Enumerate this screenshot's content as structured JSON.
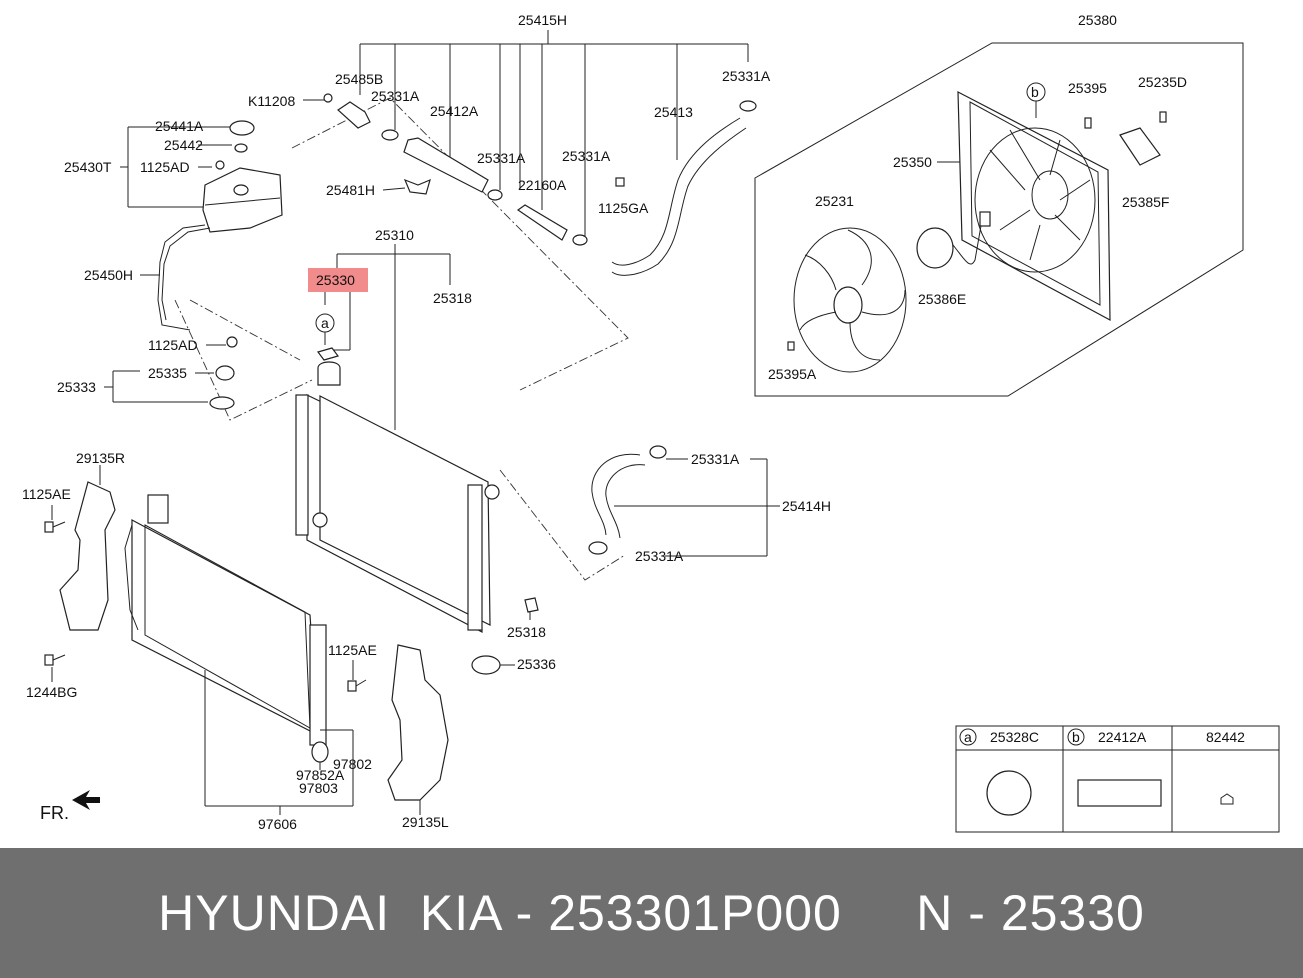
{
  "labels": {
    "l25415H": "25415H",
    "l25380": "25380",
    "l25485B": "25485B",
    "l25331A_1": "25331A",
    "lK11208": "K11208",
    "l25331A_2": "25331A",
    "l25412A": "25412A",
    "l25413": "25413",
    "l25395": "25395",
    "l25235D": "25235D",
    "l25441A": "25441A",
    "l25442": "25442",
    "l25430T": "25430T",
    "l1125AD_1": "1125AD",
    "l25331A_3": "25331A",
    "l25331A_4": "25331A",
    "l22160A": "22160A",
    "l25350": "25350",
    "l25481H": "25481H",
    "l1125GA": "1125GA",
    "l25385F": "25385F",
    "l25231": "25231",
    "l25310": "25310",
    "l25330": "25330",
    "l25318_1": "25318",
    "l25386E": "25386E",
    "l25450H": "25450H",
    "l1125AD_2": "1125AD",
    "l25335": "25335",
    "l25333": "25333",
    "l25395A": "25395A",
    "l29135R": "29135R",
    "l25331A_5": "25331A",
    "l1125AE_1": "1125AE",
    "l25414H": "25414H",
    "l25331A_6": "25331A",
    "l25318_2": "25318",
    "l1125AE_2": "1125AE",
    "l25336": "25336",
    "l1244BG": "1244BG",
    "l97802": "97802",
    "l97852A": "97852A",
    "l97803": "97803",
    "l97606": "97606",
    "l29135L": "29135L",
    "fr": "FR.",
    "circA": "a",
    "circB": "b"
  },
  "legend": {
    "a_letter": "a",
    "a_code": "25328C",
    "b_letter": "b",
    "b_code": "22412A",
    "c_code": "82442"
  },
  "highlight": {
    "part": "25330",
    "color": "#f28b8b"
  },
  "banner": {
    "text": "HYUNDAI  KIA - 253301P000     N - 25330",
    "bg": "#6f6f6f",
    "fg": "#ffffff"
  }
}
